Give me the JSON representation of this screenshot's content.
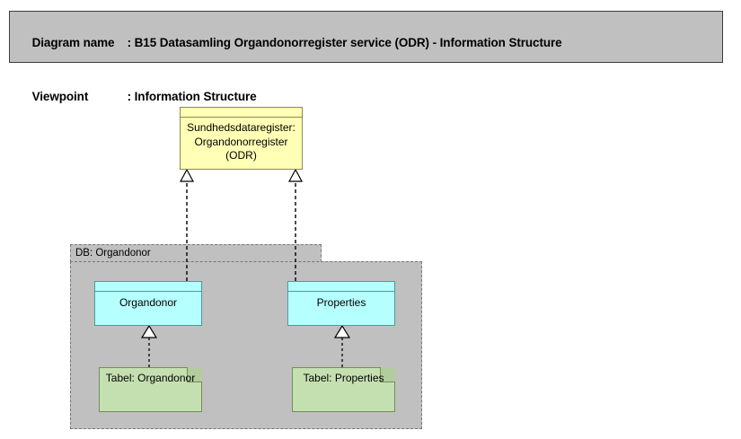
{
  "header": {
    "line1_label": "Diagram name",
    "line1_sep": ": ",
    "line1_value": "B15 Datasamling Organdonorregister service (ODR) - Information Structure",
    "line2_label": "Viewpoint",
    "line2_sep": ": ",
    "line2_value": "Information Structure",
    "background_color": "#c0c0c0",
    "border_color": "#3c3c3c"
  },
  "diagram": {
    "type": "archimate-information-structure",
    "nodes": [
      {
        "id": "odr",
        "label": "Sundhedsdataregister:\nOrgandonorregister\n(ODR)",
        "shape": "data-object",
        "fill": "#ffffb5",
        "stroke": "#8a8a54"
      },
      {
        "id": "organdonor",
        "label": "Organdonor",
        "shape": "data-object",
        "fill": "#b5ffff",
        "stroke": "#4f9a9a"
      },
      {
        "id": "properties",
        "label": "Properties",
        "shape": "data-object",
        "fill": "#b5ffff",
        "stroke": "#4f9a9a"
      },
      {
        "id": "tabel-organdonor",
        "label": "Tabel: Organdonor",
        "shape": "artifact",
        "fill": "#c5e0b0",
        "stroke": "#6f8f5a"
      },
      {
        "id": "tabel-properties",
        "label": "Tabel: Properties",
        "shape": "artifact",
        "fill": "#c5e0b0",
        "stroke": "#6f8f5a"
      }
    ],
    "group": {
      "id": "db-organdonor",
      "label": "DB: Organdonor",
      "fill": "#c0c0c0",
      "stroke": "#777777",
      "border_style": "dashed"
    },
    "connectors": [
      {
        "id": "organdonor-to-odr",
        "from": "organdonor",
        "to": "odr",
        "type": "realization",
        "line": "dashed",
        "arrowhead": "hollow-triangle"
      },
      {
        "id": "properties-to-odr",
        "from": "properties",
        "to": "odr",
        "type": "realization",
        "line": "dashed",
        "arrowhead": "hollow-triangle"
      },
      {
        "id": "tabel-organdonor-to-organdonor",
        "from": "tabel-organdonor",
        "to": "organdonor",
        "type": "realization",
        "line": "dashed",
        "arrowhead": "hollow-triangle"
      },
      {
        "id": "tabel-properties-to-properties",
        "from": "tabel-properties",
        "to": "properties",
        "type": "realization",
        "line": "dashed",
        "arrowhead": "hollow-triangle"
      }
    ]
  }
}
